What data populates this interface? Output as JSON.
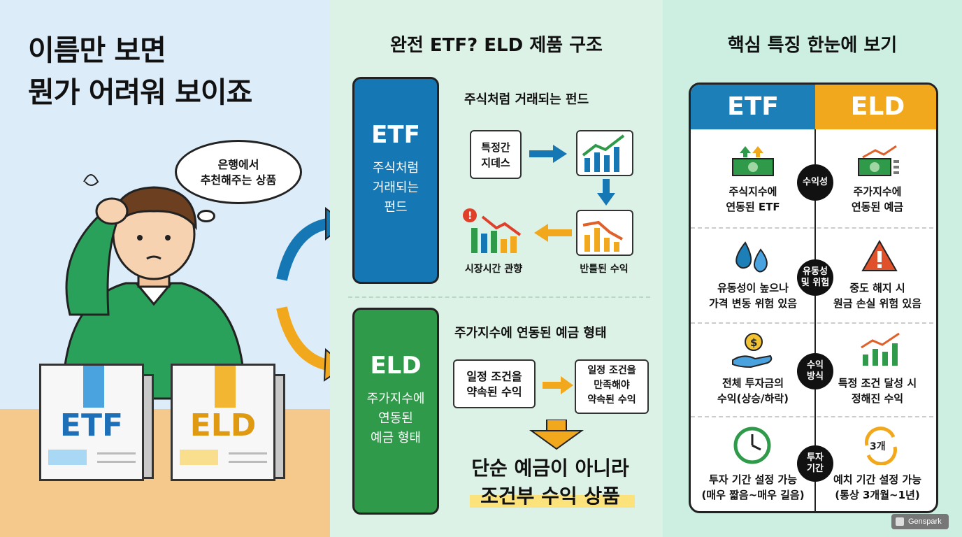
{
  "left": {
    "title_line1": "이름만 보면",
    "title_line2": "뭔가 어려워 보이죠",
    "bubble_line1": "은행에서",
    "bubble_line2": "추천해주는 상품",
    "box_etf": "ETF",
    "box_eld": "ELD"
  },
  "middle": {
    "title": "완전 ETF? ELD 제품 구조",
    "etf": {
      "card_title": "ETF",
      "card_sub": [
        "주식처럼",
        "거래되는",
        "펀드"
      ],
      "heading": "주식처럼 거래되는 펀드",
      "box1": [
        "특정간",
        "지데스"
      ],
      "cap_left": "시장시간 관향",
      "cap_right": "반틀된 수익"
    },
    "eld": {
      "card_title": "ELD",
      "card_sub": [
        "주가지수에",
        "연동된",
        "예금 형태"
      ],
      "heading": "주가지수에 연동된 예금 형태",
      "box1": [
        "일정 조건을",
        "약속된 수익"
      ],
      "box2": [
        "일정 조건을",
        "만족해야",
        "약속된 수익"
      ],
      "conclusion1": "단순 예금이 아니라",
      "conclusion2": "조건부 수익 상품"
    }
  },
  "right": {
    "title": "핵심 특징 한눈에 보기",
    "col_etf": "ETF",
    "col_eld": "ELD",
    "rows": [
      {
        "pill": [
          "수익성"
        ],
        "etf": [
          "주식지수에",
          "연동된 ETF"
        ],
        "eld": [
          "주가지수에",
          "연동된 예금"
        ]
      },
      {
        "pill": [
          "유동성",
          "및 위험"
        ],
        "etf": [
          "유동성이 높으나",
          "가격 변동 위험 있음"
        ],
        "eld": [
          "중도 해지 시",
          "원금 손실 위험 있음"
        ]
      },
      {
        "pill": [
          "수익",
          "방식"
        ],
        "etf": [
          "전체 투자금의",
          "수익(상승/하락)"
        ],
        "eld": [
          "특정 조건 달성 시",
          "정해진 수익"
        ]
      },
      {
        "pill": [
          "투자",
          "기간"
        ],
        "etf": [
          "투자 기간 설정 가능",
          "(매우 짧음~매우 길음)"
        ],
        "eld": [
          "예치 기간 설정 가능",
          "(통상 3개월~1년)"
        ]
      }
    ],
    "icon_3m": "3개"
  },
  "watermark": "Genspark",
  "colors": {
    "etf_blue": "#1578b5",
    "eld_green": "#2f9a49",
    "eld_orange": "#f2a81d",
    "arrow_orange": "#f2a81d"
  }
}
